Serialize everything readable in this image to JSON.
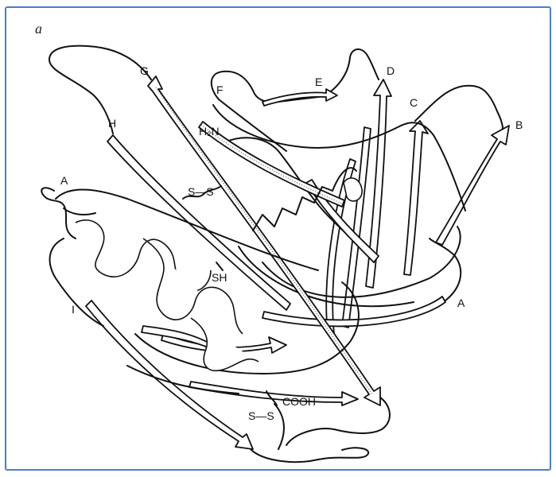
{
  "figure": {
    "panel_letter": "a",
    "strand_labels": {
      "a_top": "A",
      "a_right": "A",
      "b": "B",
      "c": "C",
      "d": "D",
      "e": "E",
      "f": "F",
      "g": "G",
      "h": "H",
      "i": "I"
    },
    "terminus_labels": {
      "n_terminus": "H₂N",
      "c_terminus": "COOH"
    },
    "bond_labels": {
      "disulfide_upper": "S—S",
      "disulfide_lower": "S—S",
      "free_thiol": "SH"
    },
    "border_color": "#4a7fc4"
  }
}
